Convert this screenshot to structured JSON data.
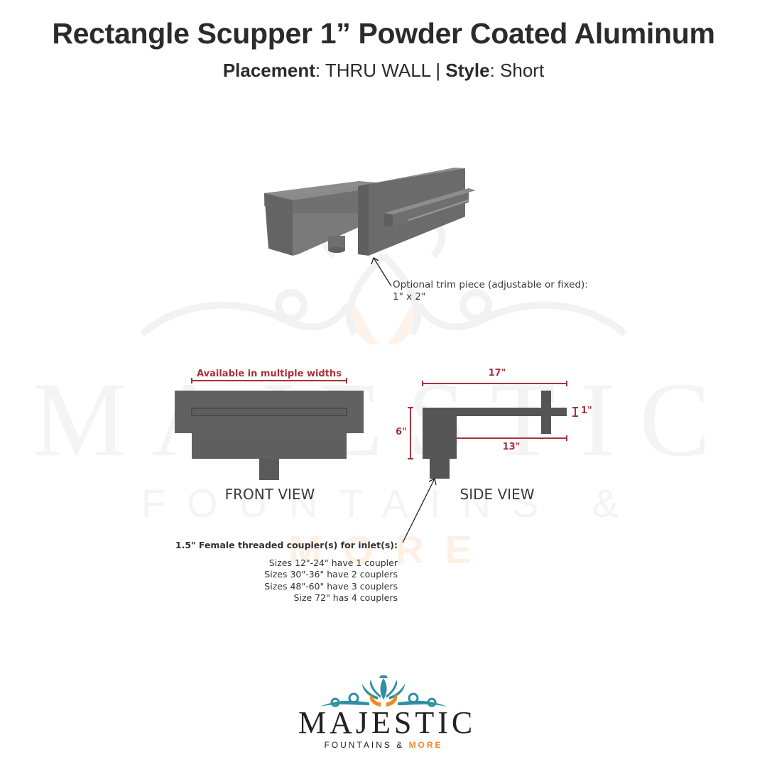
{
  "header": {
    "title": "Rectangle Scupper 1” Powder Coated Aluminum",
    "placement_label": "Placement",
    "placement_value": "THRU WALL",
    "separator": "|",
    "style_label": "Style",
    "style_value": "Short"
  },
  "isometric": {
    "callout_line1": "Optional trim piece (adjustable or fixed):",
    "callout_line2": "1\" x 2\""
  },
  "front_view": {
    "label": "FRONT VIEW",
    "width_note": "Available in multiple widths"
  },
  "side_view": {
    "label": "SIDE VIEW",
    "dim_overall_length": "17\"",
    "dim_height": "6\"",
    "dim_spout_length": "13\"",
    "dim_spout_thickness": "1\""
  },
  "coupler_notes": {
    "heading": "1.5\" Female threaded coupler(s) for inlet(s):",
    "lines": [
      "Sizes 12\"-24\" have 1 coupler",
      "Sizes 30\"-36\" have 2 couplers",
      "Sizes 48\"-60\" have 3 couplers",
      "Size 72\" has 4 couplers"
    ]
  },
  "watermark": {
    "name": "MAJESTIC",
    "sub": "FOUNTAINS &",
    "sub_accent": "MORE"
  },
  "logo": {
    "name": "MAJESTIC",
    "sub": "FOUNTAINS &",
    "sub_accent": "MORE"
  },
  "colors": {
    "text": "#2b2b2b",
    "part_gray": "#5f5f5f",
    "dimension_red": "#a8323a",
    "logo_teal": "#2e8fa3",
    "logo_orange": "#f08a24"
  }
}
